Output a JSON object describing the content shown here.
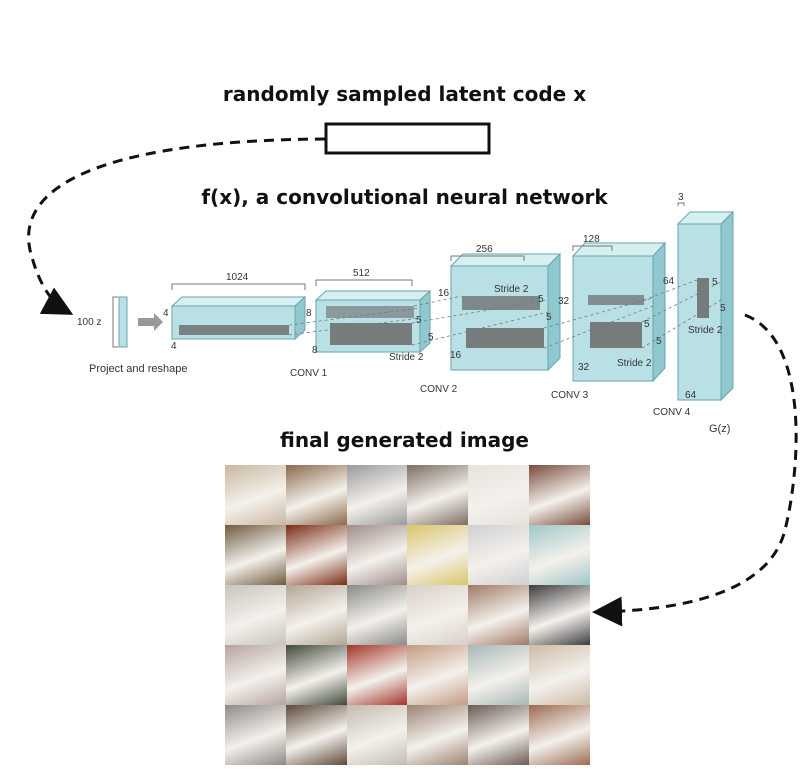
{
  "headings": {
    "latent": "randomly sampled latent code x",
    "network": "f(x), a convolutional neural network",
    "output": "final generated image"
  },
  "diagram": {
    "input_label": "100 z",
    "project_label": "Project and reshape",
    "block0": {
      "width": "1024",
      "d1": "4",
      "d2": "4"
    },
    "conv1": {
      "name": "CONV 1",
      "width": "512",
      "d1": "8",
      "d2": "8",
      "k1": "5",
      "k2": "5",
      "stride": "Stride 2"
    },
    "conv2": {
      "name": "CONV 2",
      "width": "256",
      "d1": "16",
      "d2": "16",
      "k1": "5",
      "k2": "5",
      "stride": "Stride 2"
    },
    "conv3": {
      "name": "CONV 3",
      "width": "128",
      "d1": "32",
      "d2": "32",
      "k1": "5",
      "k2": "5",
      "stride": "Stride 2"
    },
    "conv4": {
      "name": "CONV 4",
      "width": "3",
      "d1": "64",
      "d2": "64",
      "k1": "5",
      "k2": "5",
      "stride": "Stride 2"
    },
    "output_label": "G(z)"
  },
  "colors": {
    "volume_fill": "#b9e1e5",
    "volume_top": "#d6eff1",
    "volume_side": "#8fc9cf",
    "kernel": "#6a6a6a"
  },
  "image_grid": {
    "rows": 5,
    "cols": 6,
    "tiles": [
      "#c9b7a0",
      "#8b6a4a",
      "#9a9a9c",
      "#7d6d62",
      "#e6e3dd",
      "#7a4b3b",
      "#6f5a3e",
      "#7a2a14",
      "#a08c8a",
      "#d9c56a",
      "#cfd0d2",
      "#9fc7c8",
      "#c7c3bd",
      "#b3a594",
      "#8a8a86",
      "#d8d0c6",
      "#a07966",
      "#3c3c3e",
      "#b6a3a1",
      "#3f4a38",
      "#a2352a",
      "#c49a82",
      "#a7b7b6",
      "#cdbba6",
      "#8e8b87",
      "#5e4a3a",
      "#c2bbb2",
      "#9a8372",
      "#6b5a52",
      "#9c6b53"
    ]
  }
}
